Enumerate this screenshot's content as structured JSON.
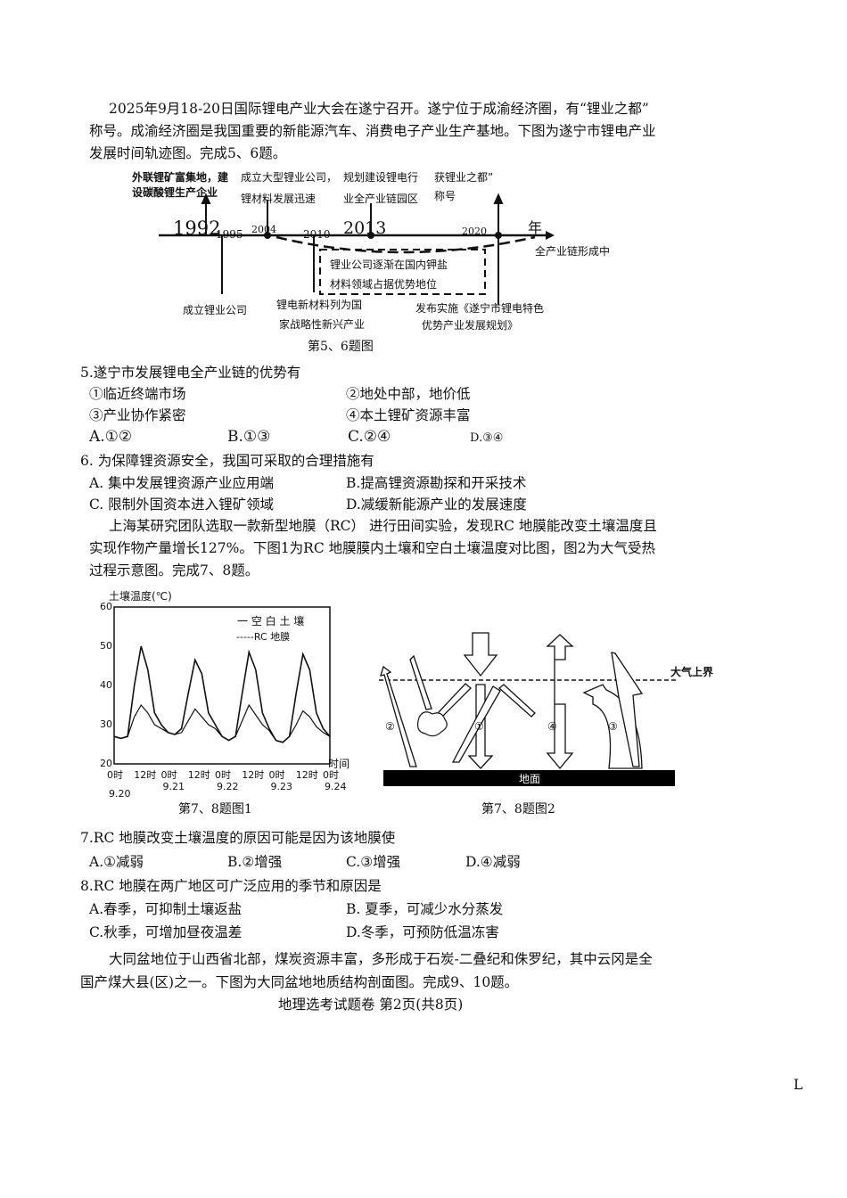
{
  "intro1": {
    "lines": [
      "2025年9月18-20日国际锂电产业大会在遂宁召开。遂宁位于成渝经济圈，有“锂业之都”",
      "称号。成渝经济圈是我国重要的新能源汽车、消费电子产业生产基地。下图为遂宁市锂电产业",
      "发展时间轨迹图。完成5、6题。"
    ]
  },
  "timeline": {
    "years": [
      "1992",
      "1995",
      "2004",
      "2010",
      "2013",
      "2020"
    ],
    "axis_label": "年",
    "above": [
      "外联锂矿富集地，建",
      "设碳酸锂生产企业",
      "成立大型锂业公司，",
      "锂材料发展迅速",
      "规划建设锂电行",
      "业全产业链园区",
      "获锂业之都”",
      "称号"
    ],
    "below": [
      "成立锂业公司",
      "锂电新材料列为国",
      "家战略性新兴产业",
      "发布实施《遂宁市锂电特色",
      "优势产业发展规划》"
    ],
    "box": [
      "锂业公司逐渐在国内钾盐",
      "材料领域占据优势地位"
    ],
    "curve_label": "全产业链形成中",
    "caption": "第5、6题图"
  },
  "q5": {
    "stem": "5.遂宁市发展锂电全产业链的优势有",
    "items": [
      "①临近终端市场",
      "②地处中部，地价低",
      "③产业协作紧密",
      "④本土锂矿资源丰富"
    ],
    "options": [
      "A.①②",
      "B.①③",
      "C.②④",
      "D.③④"
    ]
  },
  "q6": {
    "stem": "6. 为保障锂资源安全，我国可采取的合理措施有",
    "options": [
      "A. 集中发展锂资源产业应用端",
      "B.提高锂资源勘探和开采技术",
      "C. 限制外国资本进入锂矿领域",
      "D.减缓新能源产业的发展速度"
    ]
  },
  "intro2": {
    "lines": [
      "上海某研究团队选取一款新型地膜（RC） 进行田间实验，发现RC 地膜能改变土壤温度且",
      "实现作物产量增长127%。下图1为RC 地膜膜内土壤和空白土壤温度对比图，图2为大气受热",
      "过程示意图。完成7、8题。"
    ]
  },
  "chart_data": {
    "type": "line",
    "ylabel": "土壤温度(℃)",
    "xlabel": "时间",
    "ylim": [
      20,
      60
    ],
    "yticks": [
      "60",
      "50",
      "40",
      "30",
      "20"
    ],
    "xticks_time": [
      "0时",
      "12时",
      "0时",
      "12时",
      "0时",
      "12时",
      "0时",
      "12时",
      "0时"
    ],
    "xticks_date": [
      "9.20",
      "9.21",
      "9.22",
      "9.23",
      "9.24"
    ],
    "hours_step": 3,
    "series": [
      {
        "name": "空白土壤",
        "values": [
          27,
          26.5,
          27,
          40,
          50,
          44,
          33,
          30,
          28,
          27.5,
          29,
          38,
          46.5,
          43,
          33,
          30,
          27,
          26,
          27,
          38,
          48.5,
          44,
          33,
          29,
          26,
          25.5,
          27,
          38,
          48,
          44,
          33,
          29,
          27
        ]
      },
      {
        "name": "RC 地膜",
        "values": [
          27,
          26.5,
          27,
          32,
          35,
          33,
          30,
          29,
          28,
          27.5,
          28,
          31,
          34,
          32,
          30,
          29,
          27,
          26,
          27,
          31,
          35,
          32.5,
          30,
          28.5,
          26,
          25.5,
          27,
          30,
          33.5,
          32,
          29.5,
          28,
          27
        ]
      }
    ],
    "legend": [
      "一 空 白 土 壤",
      "-----RC 地膜"
    ],
    "caption": "第7、8题图1"
  },
  "fig2": {
    "top_label": "大气上界",
    "ground": "地面",
    "marks": [
      "①",
      "②",
      "③",
      "④"
    ],
    "caption": "第7、8题图2"
  },
  "q7": {
    "stem": "7.RC 地膜改变土壤温度的原因可能是因为该地膜使",
    "options": [
      "A.①减弱",
      "B.②增强",
      "C.③增强",
      "D.④减弱"
    ]
  },
  "q8": {
    "stem": "8.RC 地膜在两广地区可广泛应用的季节和原因是",
    "options": [
      "A.春季，可抑制土壤返盐",
      "B. 夏季，可减少水分蒸发",
      "C.秋季，可增加昼夜温差",
      "D.冬季，可预防低温冻害"
    ]
  },
  "intro3": {
    "lines": [
      "大同盆地位于山西省北部，煤炭资源丰富，多形成于石炭-二叠纪和侏罗纪，其中云冈是全",
      "国产煤大县(区)之一。下图为大同盆地地质结构剖面图。完成9、10题。"
    ]
  },
  "footer": "地理选考试题卷 第2页(共8页)",
  "corner": "L"
}
